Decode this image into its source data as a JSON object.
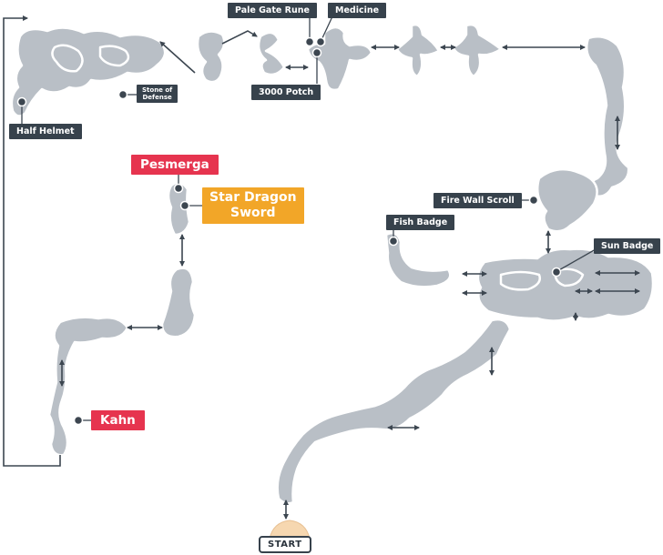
{
  "map": {
    "start_label": "START",
    "locations": {
      "pale_gate_rune": "Pale Gate Rune",
      "medicine": "Medicine",
      "potch": "3000 Potch",
      "stone_of_defense": "Stone of\nDefense",
      "half_helmet": "Half Helmet",
      "fire_wall_scroll": "Fire Wall Scroll",
      "fish_badge": "Fish Badge",
      "sun_badge": "Sun Badge",
      "star_dragon_sword": "Star Dragon\nSword"
    },
    "bosses": {
      "pesmerga": "Pesmerga",
      "kahn": "Kahn"
    },
    "colors": {
      "cave": "#b9bfc6",
      "label_dark": "#37424c",
      "label_red": "#e6344f",
      "label_orange": "#f2a628",
      "start_pad": "#f6d7b0"
    }
  }
}
